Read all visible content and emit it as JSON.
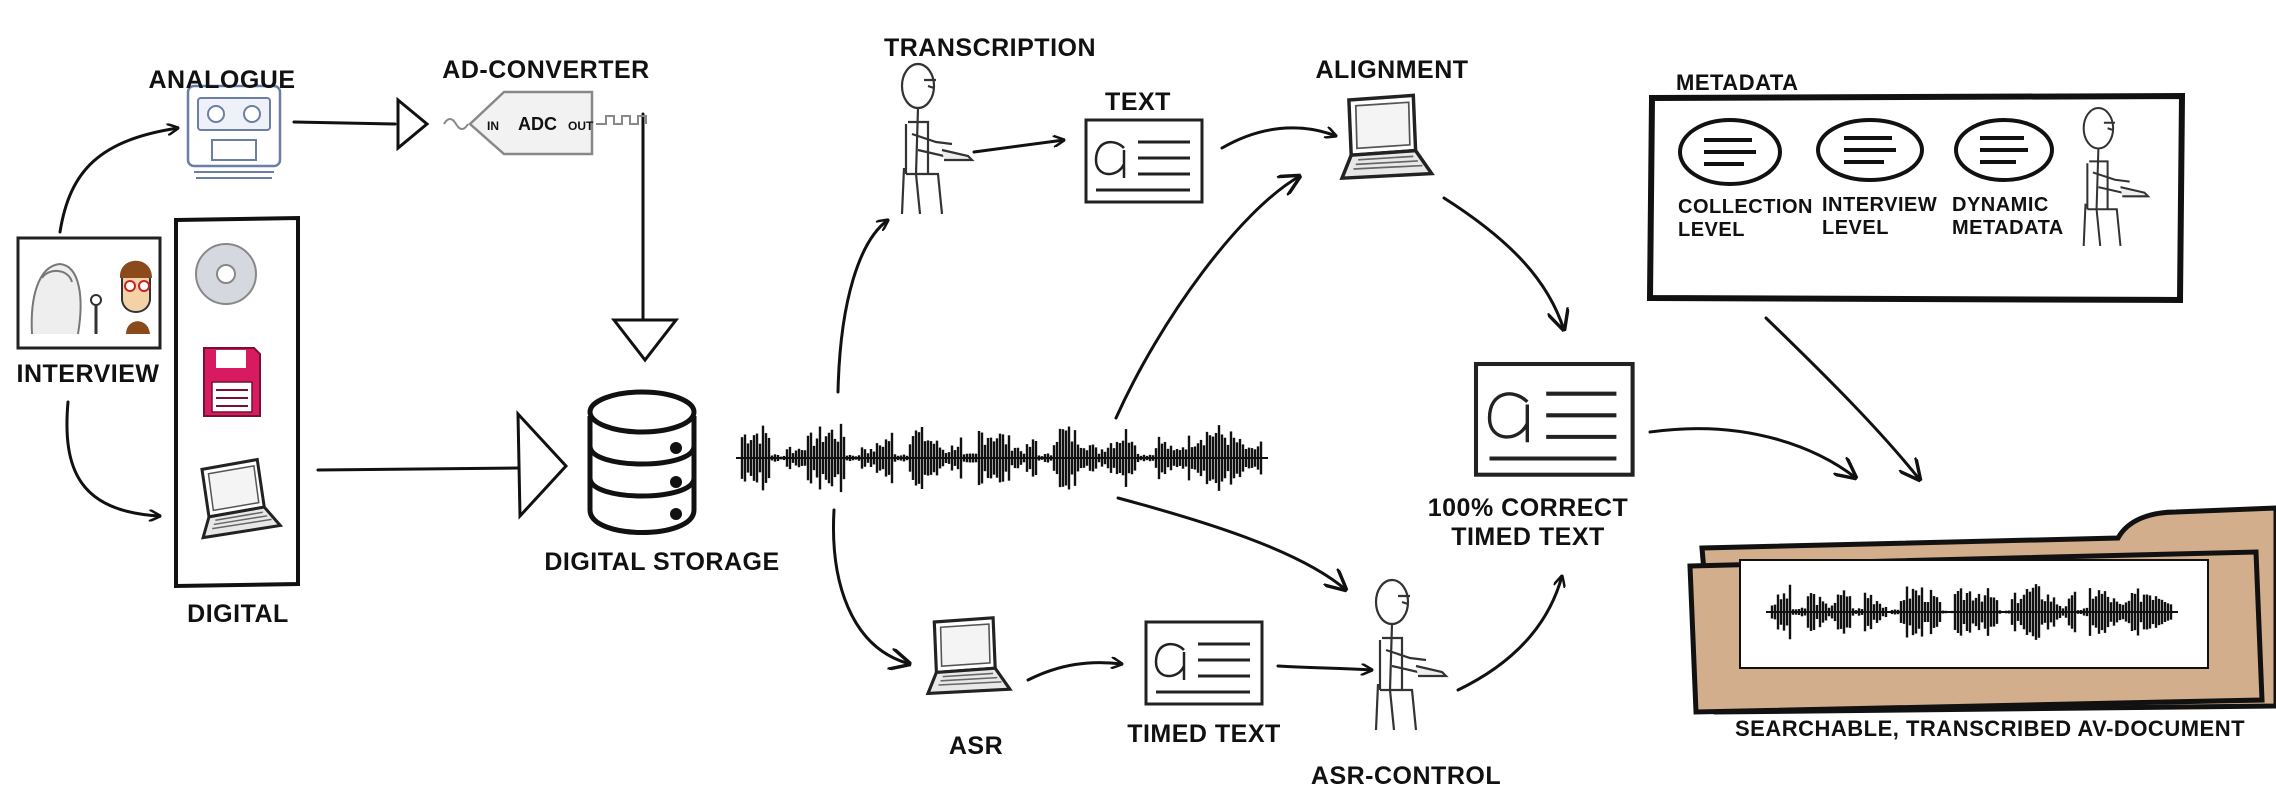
{
  "labels": {
    "analogue": "ANALOGUE",
    "ad_converter": "AD-CONVERTER",
    "adc": "ADC",
    "in": "IN",
    "out": "OUT",
    "interview": "INTERVIEW",
    "digital": "DIGITAL",
    "digital_storage": "DIGITAL STORAGE",
    "transcription": "TRANSCRIPTION",
    "text": "TEXT",
    "alignment": "ALIGNMENT",
    "asr": "ASR",
    "timed_text": "TIMED TEXT",
    "asr_control": "ASR-CONTROL",
    "correct_timed_text": "100% CORRECT\nTIMED TEXT",
    "metadata": "METADATA",
    "collection_level": "COLLECTION\nLEVEL",
    "interview_level": "INTERVIEW\nLEVEL",
    "dynamic_metadata": "DYNAMIC\nMETADATA",
    "searchable_document": "SEARCHABLE, TRANSCRIBED AV-DOCUMENT",
    "doc_letter": "a"
  },
  "colors": {
    "ink": "#111111",
    "floppy": "#d81b60",
    "folder": "#d2ae8c",
    "cd": "#cfd3da",
    "hair": "#8a4a1c"
  },
  "icons": [
    "cassette-icon",
    "adc-icon",
    "interview-photo",
    "cd-icon",
    "floppy-icon",
    "laptop-icon",
    "database-icon",
    "waveform-icon",
    "transcriber-icon",
    "text-document-icon",
    "folder-icon"
  ]
}
